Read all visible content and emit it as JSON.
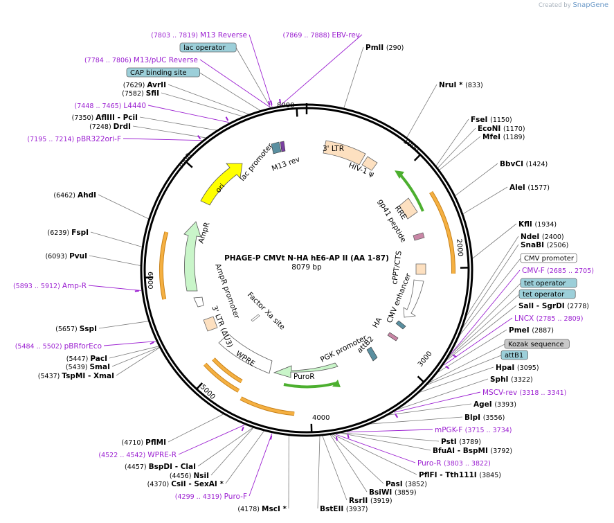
{
  "brand": {
    "created_by": "Created by",
    "logo_text": "SnapGene"
  },
  "plasmid": {
    "name": "PHAGE-P CMVt N-HA hE6-AP II (AA 1-87)",
    "size_label": "8079 bp",
    "length": 8079
  },
  "ticks": [
    "1000",
    "2000",
    "3000",
    "4000",
    "5000",
    "6000",
    "7000",
    "8000"
  ],
  "sites": [
    {
      "name": "PmlI",
      "pos": "(290)"
    },
    {
      "name": "NruI *",
      "pos": "(833)"
    },
    {
      "name": "FseI",
      "pos": "(1150)"
    },
    {
      "name": "EcoNI",
      "pos": "(1170)"
    },
    {
      "name": "MfeI",
      "pos": "(1189)"
    },
    {
      "name": "BbvCI",
      "pos": "(1424)"
    },
    {
      "name": "AleI",
      "pos": "(1577)"
    },
    {
      "name": "KflI",
      "pos": "(1934)"
    },
    {
      "name": "NdeI",
      "pos": "(2400)"
    },
    {
      "name": "SnaBI",
      "pos": "(2506)"
    },
    {
      "name": "SalI  - SgrDI",
      "pos": "(2778)"
    },
    {
      "name": "PmeI",
      "pos": "(2887)"
    },
    {
      "name": "HpaI",
      "pos": "(3095)"
    },
    {
      "name": "SphI",
      "pos": "(3322)"
    },
    {
      "name": "AgeI",
      "pos": "(3393)"
    },
    {
      "name": "BlpI",
      "pos": "(3556)"
    },
    {
      "name": "PstI",
      "pos": "(3789)"
    },
    {
      "name": "BfuAI  - BspMI",
      "pos": "(3792)"
    },
    {
      "name": "PflFI  - Tth111I",
      "pos": "(3845)"
    },
    {
      "name": "PasI",
      "pos": "(3852)"
    },
    {
      "name": "BsiWI",
      "pos": "(3859)"
    },
    {
      "name": "RsrII",
      "pos": "(3919)"
    },
    {
      "name": "BstEII",
      "pos": "(3937)"
    },
    {
      "name": "MscI *",
      "pos": "(4178)"
    },
    {
      "name": "CsiI  - SexAI *",
      "pos": "(4370)"
    },
    {
      "name": "NsiI",
      "pos": "(4456)"
    },
    {
      "name": "BspDI  - ClaI",
      "pos": "(4457)"
    },
    {
      "name": "PflMI",
      "pos": "(4710)"
    },
    {
      "name": "TspMI  - XmaI",
      "pos": "(5437)"
    },
    {
      "name": "SmaI",
      "pos": "(5439)"
    },
    {
      "name": "PacI",
      "pos": "(5447)"
    },
    {
      "name": "SspI",
      "pos": "(5657)"
    },
    {
      "name": "PvuI",
      "pos": "(6093)"
    },
    {
      "name": "FspI",
      "pos": "(6239)"
    },
    {
      "name": "AhdI",
      "pos": "(6462)"
    },
    {
      "name": "DrdI",
      "pos": "(7248)"
    },
    {
      "name": "AflIII  - PciI",
      "pos": "(7350)"
    },
    {
      "name": "SfiI",
      "pos": "(7582)"
    },
    {
      "name": "AvrII",
      "pos": "(7629)"
    }
  ],
  "primers": [
    {
      "name": "M13 Reverse",
      "range": "(7803 .. 7819)"
    },
    {
      "name": "EBV-rev",
      "range": "(7869 .. 7888)"
    },
    {
      "name": "M13/pUC Reverse",
      "range": "(7784 .. 7806)"
    },
    {
      "name": "L4440",
      "range": "(7448 .. 7465)"
    },
    {
      "name": "pBR322ori-F",
      "range": "(7195 .. 7214)"
    },
    {
      "name": "Amp-R",
      "range": "(5893 .. 5912)"
    },
    {
      "name": "pBRforEco",
      "range": "(5484 .. 5502)"
    },
    {
      "name": "WPRE-R",
      "range": "(4522 .. 4542)"
    },
    {
      "name": "Puro-F",
      "range": "(4299 .. 4319)"
    },
    {
      "name": "Puro-R",
      "range": "(3803 .. 3822)"
    },
    {
      "name": "mPGK-F",
      "range": "(3715 .. 3734)"
    },
    {
      "name": "MSCV-rev",
      "range": "(3318 .. 3341)"
    },
    {
      "name": "LNCX",
      "range": "(2785 .. 2809)"
    },
    {
      "name": "CMV-F",
      "range": "(2685 .. 2705)"
    }
  ],
  "boxed_labels": [
    {
      "text": "lac operator",
      "color": "#9ccfd9"
    },
    {
      "text": "CAP binding site",
      "color": "#9ccfd9"
    },
    {
      "text": "CMV promoter",
      "color": "#ffffff"
    },
    {
      "text": "tet operator",
      "color": "#9ccfd9"
    },
    {
      "text": "tet operator",
      "color": "#9ccfd9"
    },
    {
      "text": "Kozak sequence",
      "color": "#c8c8c8"
    },
    {
      "text": "attB1",
      "color": "#9ccfd9"
    }
  ],
  "features": [
    {
      "text": "3' LTR"
    },
    {
      "text": "HIV-1 ψ"
    },
    {
      "text": "RRE"
    },
    {
      "text": "gp41 peptide"
    },
    {
      "text": "cPPT/CTS"
    },
    {
      "text": "CMV enhancer"
    },
    {
      "text": "HA"
    },
    {
      "text": "attB2"
    },
    {
      "text": "PGK promoter"
    },
    {
      "text": "PuroR"
    },
    {
      "text": "WPRE"
    },
    {
      "text": "Factor Xa site"
    },
    {
      "text": "3' LTR (ΔU3)"
    },
    {
      "text": "AmpR promoter"
    },
    {
      "text": "AmpR"
    },
    {
      "text": "ori"
    },
    {
      "text": "lac promoter"
    },
    {
      "text": "M13 rev"
    }
  ],
  "colors": {
    "orf_orange": "#f5b041",
    "orf_outline": "#c8821a",
    "green_arrow": "#4caf2f",
    "promoter_white": "#ffffff",
    "ltr_peach": "#fde0c0",
    "ori_yellow": "#ffff00",
    "amp_green": "#c9f5c9",
    "puro_green": "#c9f5c9",
    "primer_purple": "#9b1fd1",
    "box_blue": "#9ccfd9"
  }
}
